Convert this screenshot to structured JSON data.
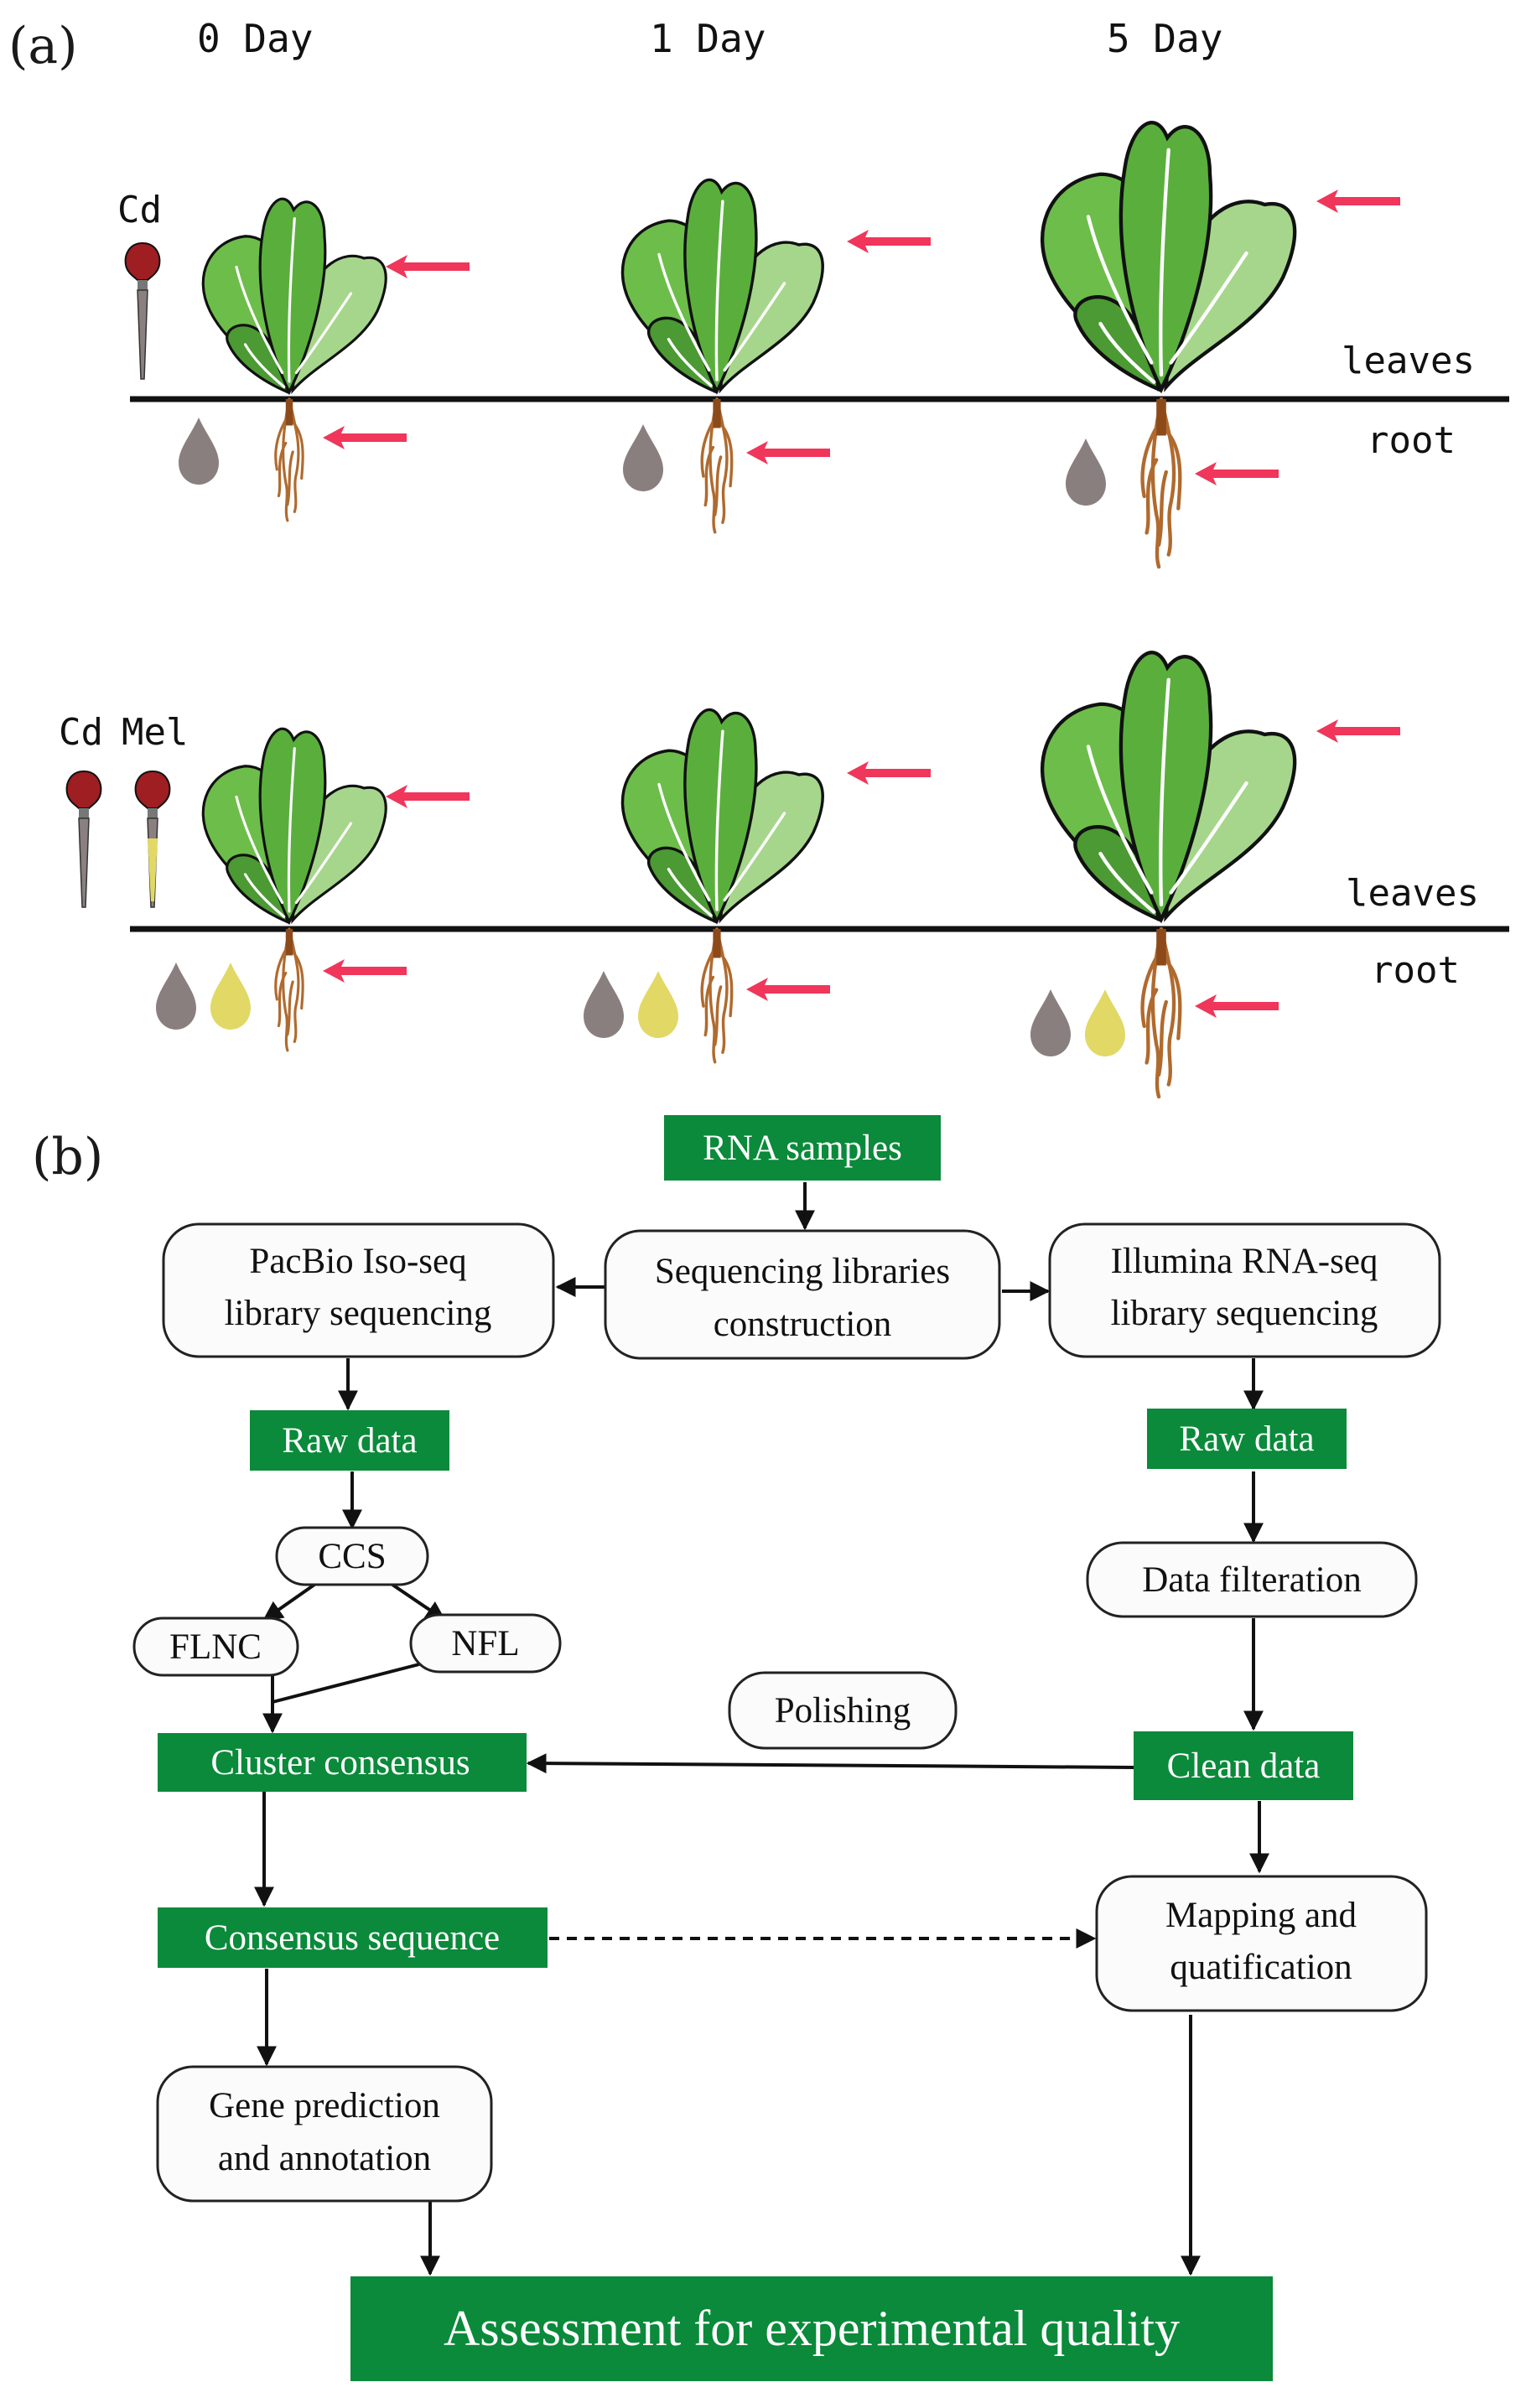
{
  "panel_a": {
    "letter": "(a)",
    "days": [
      "0 Day",
      "1 Day",
      "5 Day"
    ],
    "row1": {
      "chem1": "Cd"
    },
    "row2": {
      "chem1": "Cd",
      "chem2": "Mel"
    },
    "above_ground": "leaves",
    "below_ground": "root"
  },
  "panel_b": {
    "letter": "(b)",
    "rna_samples": "RNA samples",
    "seq_lib": [
      "Sequencing libraries",
      "construction"
    ],
    "pacbio": [
      "PacBio Iso-seq",
      "library sequencing"
    ],
    "illumina": [
      "Illumina RNA-seq",
      "library sequencing"
    ],
    "raw_data_left": "Raw data",
    "raw_data_right": "Raw data",
    "ccs": "CCS",
    "flnc": "FLNC",
    "nfl": "NFL",
    "data_filteration": "Data filteration",
    "polishing": "Polishing",
    "cluster_consensus": "Cluster consensus",
    "clean_data": "Clean data",
    "consensus_sequence": "Consensus sequence",
    "mapping": [
      "Mapping and",
      "quatification"
    ],
    "gene_prediction": [
      "Gene prediction",
      "and annotation"
    ],
    "assessment": "Assessment for experimental quality"
  },
  "colors": {
    "box_green": "#0a8a3a",
    "arrow_red": "#f0365a",
    "drop_grey": "#8a7f7f",
    "drop_yellow": "#e2d865",
    "leaf_mid": "#6dbd4a",
    "leaf_dark": "#4b9a33",
    "leaf_light": "#a6d68b",
    "root_brown": "#b06a2e"
  }
}
